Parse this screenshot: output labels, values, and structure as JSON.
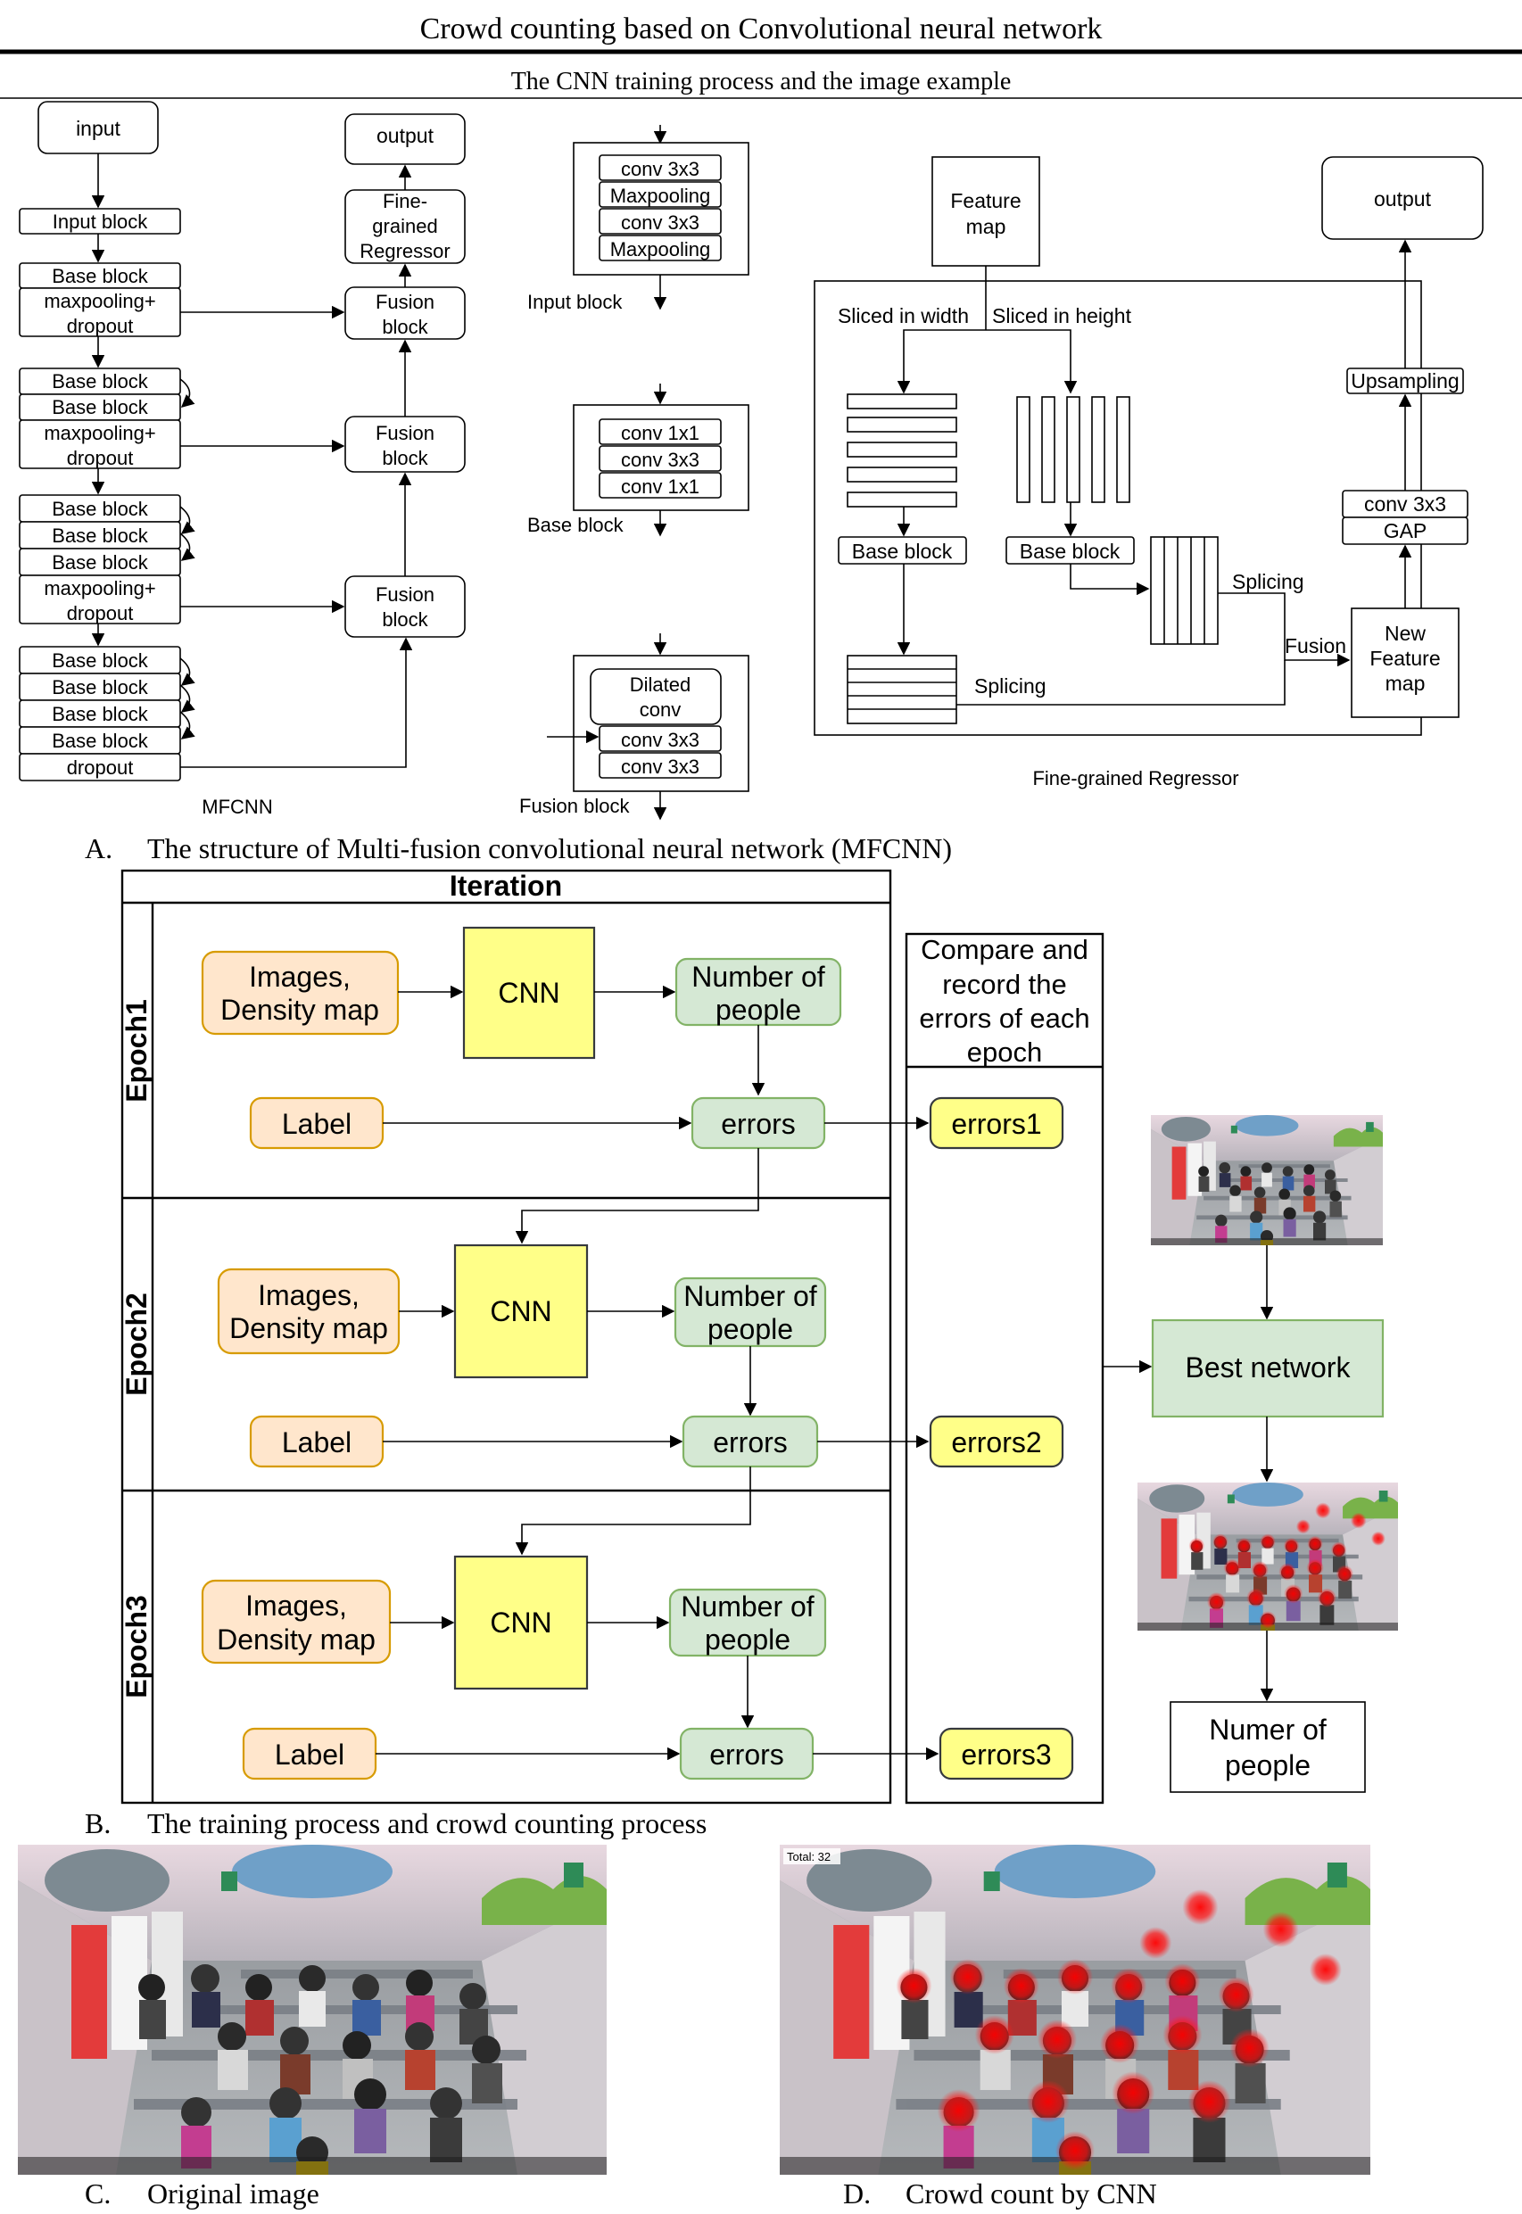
{
  "header": {
    "title": "Crowd counting based on Convolutional neural network",
    "subtitle": "The CNN training process and the image example"
  },
  "mfcnn": {
    "input": "input",
    "output": "output",
    "input_block": "Input block",
    "base_block": "Base block",
    "maxpool1": "maxpooling+",
    "maxpool2": "dropout",
    "dropout": "dropout",
    "fine1": "Fine-",
    "fine2": "grained",
    "fine3": "Regressor",
    "fusion1": "Fusion",
    "fusion2": "block",
    "label": "MFCNN"
  },
  "blocks": {
    "conv3": "conv 3x3",
    "conv1": "conv 1x1",
    "maxpooling": "Maxpooling",
    "dilated1": "Dilated",
    "dilated2": "conv",
    "input_block": "Input block",
    "base_block": "Base block",
    "fusion_block": "Fusion block"
  },
  "regressor": {
    "feature1": "Feature",
    "feature2": "map",
    "output": "output",
    "sliced_w": "Sliced in width",
    "sliced_h": "Sliced in height",
    "base_block": "Base block",
    "upsampling": "Upsampling",
    "conv3": "conv 3x3",
    "gap": "GAP",
    "splicing": "Splicing",
    "fusion": "Fusion",
    "new1": "New",
    "new2": "Feature",
    "new3": "map",
    "label": "Fine-grained Regressor"
  },
  "captions": {
    "a_letter": "A.",
    "a_text": "The structure of Multi-fusion convolutional neural network (MFCNN)",
    "b_letter": "B.",
    "b_text": "The training process and crowd counting process",
    "c_letter": "C.",
    "c_text": "Original image",
    "d_letter": "D.",
    "d_text": "Crowd count by CNN"
  },
  "training": {
    "iteration": "Iteration",
    "epochs": [
      "Epoch1",
      "Epoch2",
      "Epoch3"
    ],
    "images1": "Images,",
    "images2": "Density map",
    "cnn": "CNN",
    "number1": "Number of",
    "number2": "people",
    "label": "Label",
    "errors": "errors",
    "errors_n": [
      "errors1",
      "errors2",
      "errors3"
    ],
    "compare": [
      "Compare and",
      "record the",
      "errors of each",
      "epoch"
    ],
    "best": "Best network",
    "numer1": "Numer of",
    "numer2": "people"
  },
  "photo": {
    "total": "Total: 32"
  },
  "colors": {
    "orange_fill": "#ffe6cc",
    "orange_stroke": "#d79b00",
    "green_fill": "#d5e8d4",
    "green_stroke": "#82b366",
    "yellow_fill": "#ffff88",
    "heat": "#ff0000"
  }
}
